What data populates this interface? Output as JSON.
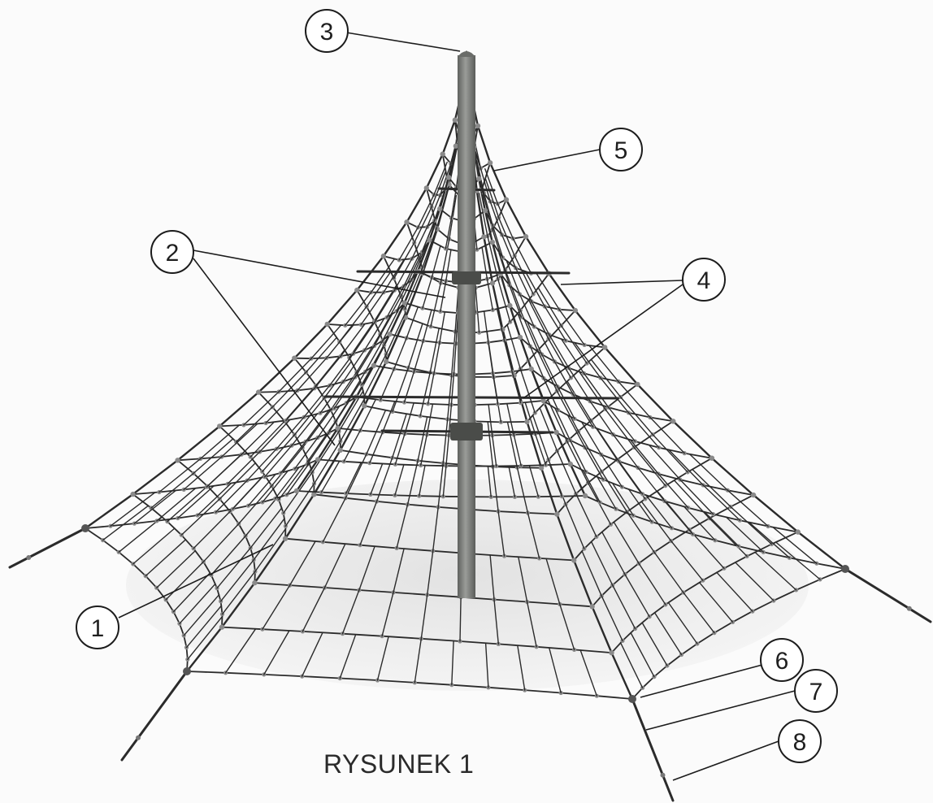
{
  "caption": "RYSUNEK 1",
  "callouts": [
    {
      "number": "1"
    },
    {
      "number": "2"
    },
    {
      "number": "3"
    },
    {
      "number": "4"
    },
    {
      "number": "5"
    },
    {
      "number": "6"
    },
    {
      "number": "7"
    },
    {
      "number": "8"
    }
  ],
  "colors": {
    "pole": "#7d7f7c",
    "rope": "#2b2b2b",
    "connector": "#8a8a8a",
    "floor": "#ececec",
    "line": "#1c1c1c"
  }
}
